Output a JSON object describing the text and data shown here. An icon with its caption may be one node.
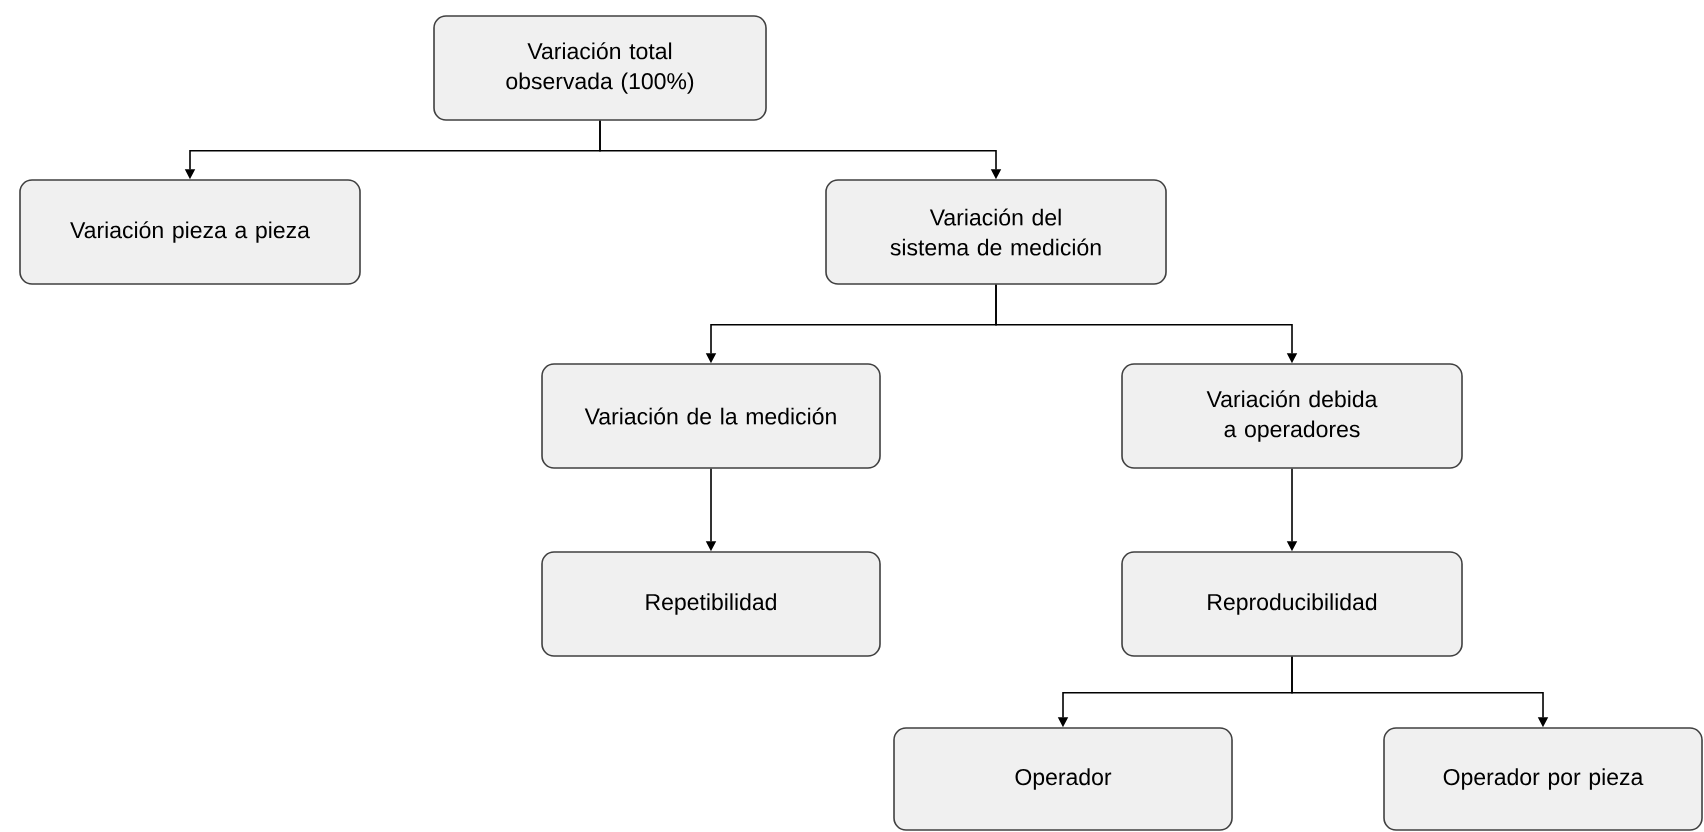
{
  "diagram": {
    "nodes": [
      {
        "text": [
          "Variación total observada (100%)"
        ]
      },
      {
        "text": [
          "Variación pieza a pieza"
        ]
      },
      {
        "text": [
          "Variación del sistema de medición"
        ]
      },
      {
        "text": [
          "Variación de la medición"
        ]
      },
      {
        "text": [
          "Variación debida a operadores"
        ]
      },
      {
        "text": [
          "Repetibilidad"
        ]
      },
      {
        "text": [
          "Reproducibilidad"
        ]
      },
      {
        "text": [
          "Operador"
        ]
      },
      {
        "text": [
          "Operador por pieza"
        ]
      }
    ],
    "edges": [
      {
        "from": 0,
        "to": 1,
        "arrow": "to"
      },
      {
        "from": 0,
        "to": 2,
        "arrow": "to"
      },
      {
        "from": 2,
        "to": 3,
        "arrow": "to"
      },
      {
        "from": 2,
        "to": 4,
        "arrow": "to"
      },
      {
        "from": 3,
        "to": 5,
        "arrow": "to"
      },
      {
        "from": 4,
        "to": 6,
        "arrow": "to"
      },
      {
        "from": 6,
        "to": 7,
        "arrow": "to"
      },
      {
        "from": 6,
        "to": 8,
        "arrow": "to"
      }
    ]
  }
}
